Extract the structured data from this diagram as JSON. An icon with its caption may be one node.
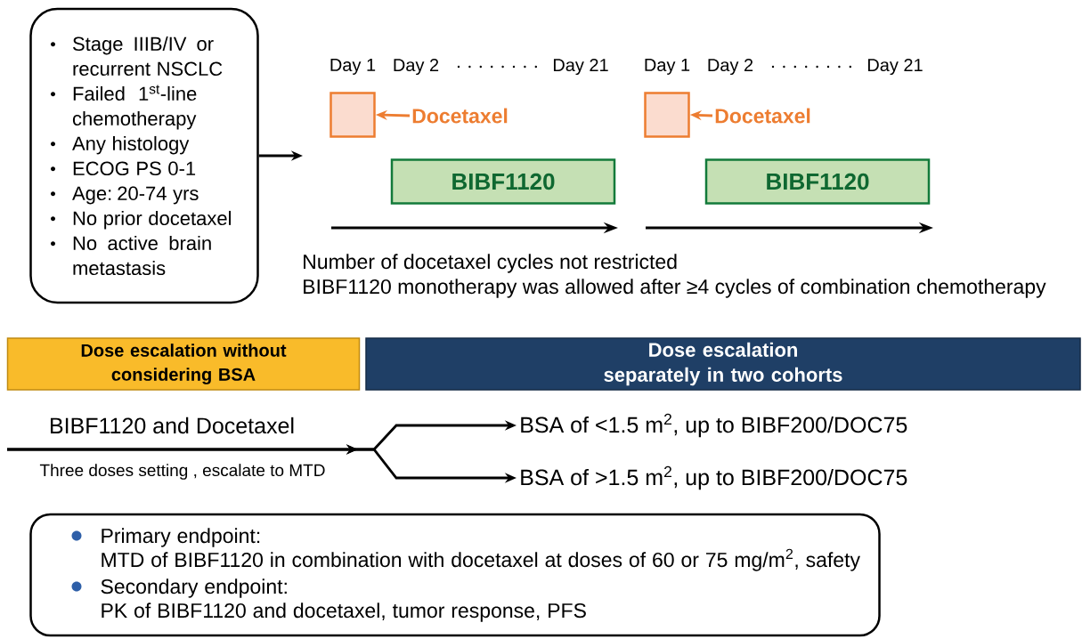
{
  "diagram": {
    "nodes": [
      {
        "text": [
          "Stage IIIB/IV or recurrent NSCLC",
          "Failed 1$^{st}$-line chemotherapy",
          "Any histology",
          "ECOG PS 0-1",
          "Age: 20-74 yrs",
          "No prior docetaxel",
          "No active brain metastasis"
        ]
      },
      {
        "text": [],
        "shape": "box"
      },
      {
        "text": [
          "Docetaxel"
        ]
      },
      {
        "text": [
          "BIBF1120"
        ]
      },
      {
        "text": [],
        "shape": "box"
      },
      {
        "text": [
          "Docetaxel"
        ]
      },
      {
        "text": [
          "BIBF1120"
        ]
      },
      {
        "text": [
          "Dose escalation without considering BSA"
        ]
      },
      {
        "text": [
          "Dose escalation separately in two cohorts"
        ]
      },
      {
        "text": [
          "BSA of <1.5 m$^{2}$, up to BIBF200/DOC75"
        ]
      },
      {
        "text": [
          "BSA of >1.5 m$^{2}$, up to BIBF200/DOC75"
        ]
      },
      {
        "text": [
          "Primary endpoint:",
          "MTD of BIBF1120 in combination with docetaxel at doses of 60 or 75 mg/m$^{2}$, safety",
          "Secondary endpoint:",
          "PK of BIBF1120 and docetaxel, tumor response, PFS"
        ]
      }
    ],
    "edges": [
      {
        "from": 0,
        "to": null,
        "arrow": "to"
      },
      {
        "from": 2,
        "to": 1,
        "arrow": "to",
        "color": "#ed7d31"
      },
      {
        "from": 5,
        "to": 4,
        "arrow": "to",
        "color": "#ed7d31"
      },
      {
        "from": null,
        "to": 9,
        "arrow": "to",
        "label": "BIBF1120 and Docetaxel"
      },
      {
        "from": null,
        "to": 10,
        "arrow": "to",
        "label": "Three doses setting , escalate to MTD"
      }
    ],
    "labels": [
      "Day 1",
      "Day 2",
      "Day 21",
      "Day 1",
      "Day 2",
      "Day 21",
      "Number of docetaxel cycles not restricted",
      "BIBF1120 monotherapy was allowed after ≥4 cycles of combination chemotherapy"
    ]
  }
}
